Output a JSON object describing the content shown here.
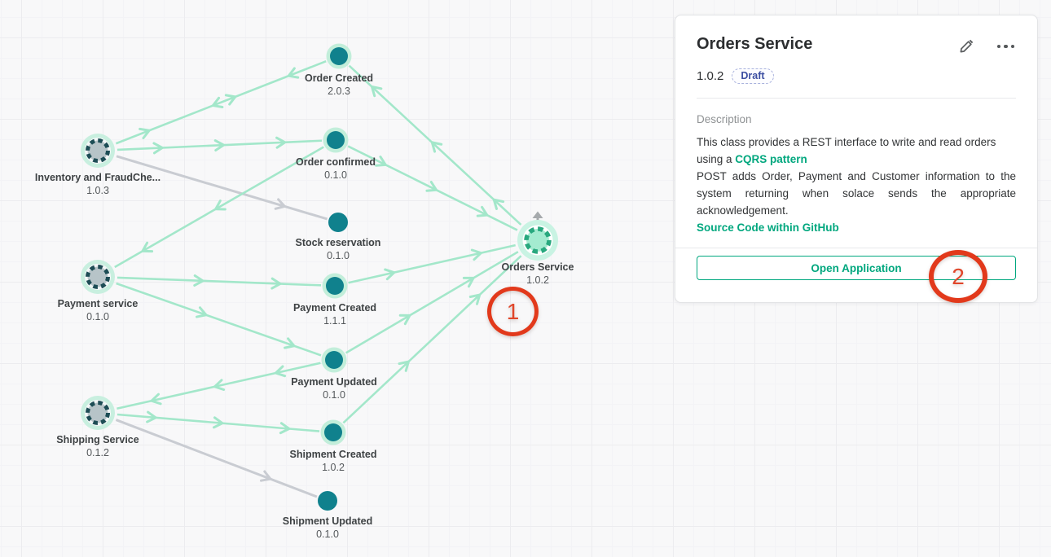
{
  "graph": {
    "nodes": [
      {
        "id": "order-created",
        "label": "Order Created",
        "version": "2.0.3",
        "type": "event"
      },
      {
        "id": "inventory",
        "label": "Inventory and FraudChe...",
        "version": "1.0.3",
        "type": "service"
      },
      {
        "id": "order-confirmed",
        "label": "Order confirmed",
        "version": "0.1.0",
        "type": "event"
      },
      {
        "id": "stock-reservation",
        "label": "Stock reservation",
        "version": "0.1.0",
        "type": "event-plain"
      },
      {
        "id": "orders-service",
        "label": "Orders Service",
        "version": "1.0.2",
        "type": "application-selected"
      },
      {
        "id": "payment-service",
        "label": "Payment service",
        "version": "0.1.0",
        "type": "service"
      },
      {
        "id": "payment-created",
        "label": "Payment Created",
        "version": "1.1.1",
        "type": "event"
      },
      {
        "id": "payment-updated",
        "label": "Payment Updated",
        "version": "0.1.0",
        "type": "event"
      },
      {
        "id": "shipping-service",
        "label": "Shipping Service",
        "version": "0.1.2",
        "type": "service"
      },
      {
        "id": "shipment-created",
        "label": "Shipment Created",
        "version": "1.0.2",
        "type": "event"
      },
      {
        "id": "shipment-updated",
        "label": "Shipment Updated",
        "version": "0.1.0",
        "type": "event-plain"
      }
    ]
  },
  "panel": {
    "title": "Orders Service",
    "version": "1.0.2",
    "status_badge": "Draft",
    "description_label": "Description",
    "description_line1": "This class provides a REST interface to write and read orders using a ",
    "cqrs_link": "CQRS pattern",
    "description_line2": "POST adds Order, Payment and Customer information to the system returning when solace sends the appropriate acknowledgement.",
    "source_link": "Source Code within GitHub",
    "open_button": "Open Application",
    "icons": {
      "edit": "pencil-icon",
      "more": "ellipsis-icon"
    }
  },
  "annotations": {
    "step1": "1",
    "step2": "2"
  },
  "colors": {
    "link_teal": "#00a77e",
    "node_teal": "#10818d",
    "edge_mint": "#a3e7ca",
    "edge_gray": "#c9ccd2",
    "annotation_red": "#e2391b",
    "badge_indigo": "#3d4fa1"
  }
}
